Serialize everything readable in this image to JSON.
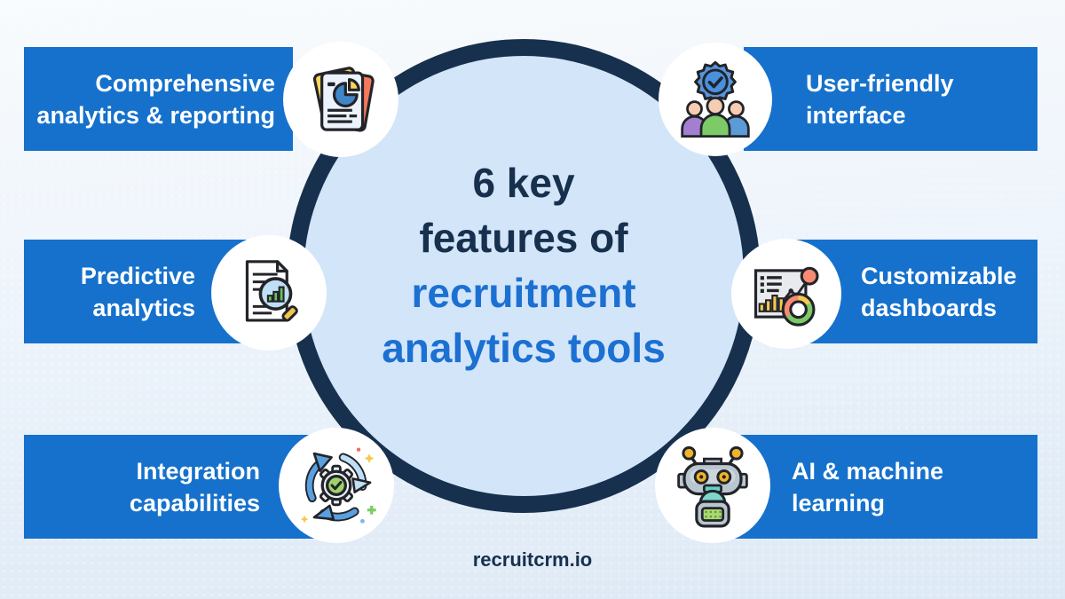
{
  "center": {
    "title_dark": [
      "6 key",
      "features of"
    ],
    "title_accent": [
      "recruitment",
      "analytics tools"
    ]
  },
  "features": [
    {
      "id": "comprehensive-analytics",
      "position": "top-left",
      "lines": [
        "Comprehensive",
        "analytics & reporting"
      ],
      "icon": "report-documents-icon"
    },
    {
      "id": "user-friendly-interface",
      "position": "top-right",
      "lines": [
        "User-friendly",
        "interface"
      ],
      "icon": "people-badge-icon"
    },
    {
      "id": "predictive-analytics",
      "position": "middle-left",
      "lines": [
        "Predictive",
        "analytics"
      ],
      "icon": "document-magnifier-icon"
    },
    {
      "id": "customizable-dashboards",
      "position": "middle-right",
      "lines": [
        "Customizable",
        "dashboards"
      ],
      "icon": "dashboard-charts-icon"
    },
    {
      "id": "integration-capabilities",
      "position": "bottom-left",
      "lines": [
        "Integration",
        "capabilities"
      ],
      "icon": "gear-sync-arrows-icon"
    },
    {
      "id": "ai-machine-learning",
      "position": "bottom-right",
      "lines": [
        "AI & machine",
        "learning"
      ],
      "icon": "robot-icon"
    }
  ],
  "footer": {
    "brand": "recruitcrm.io"
  },
  "colors": {
    "banner_blue": "#1571cc",
    "navy": "#17304e",
    "accent_blue": "#1c70d2",
    "circle_fill": "#d3e5f8",
    "icon_circle": "#ffffff"
  }
}
